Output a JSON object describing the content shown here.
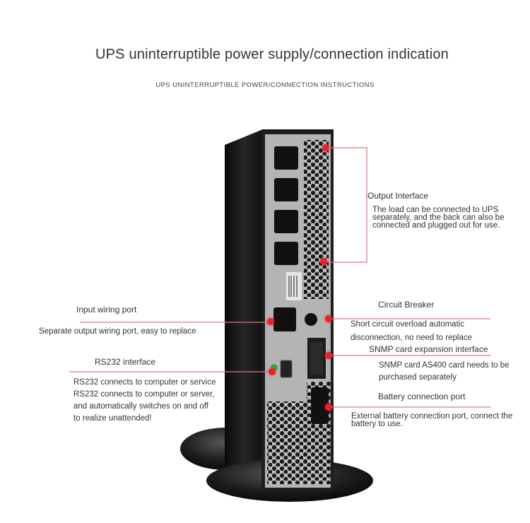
{
  "header": {
    "title": "UPS uninterruptible power supply/connection indication",
    "subtitle": "UPS UNINTERRUPTIBLE POWER/CONNECTION INSTRUCTIONS"
  },
  "callouts": {
    "output_interface": {
      "title": "Output Interface",
      "desc": "The load can be connected to UPS separately, and the back can also be connected and plugged out for use."
    },
    "input_wiring_port": {
      "title": "Input wiring port",
      "desc": "Separate output wiring port, easy to replace"
    },
    "circuit_breaker": {
      "title": "Circuit Breaker",
      "desc": "Short circuit overload automatic disconnection, no need to replace"
    },
    "snmp_card": {
      "title": "SNMP card expansion interface",
      "desc": "SNMP card AS400 card needs to be purchased separately"
    },
    "rs232_interface": {
      "title": "RS232 interface",
      "desc": "RS232 connects to computer or service RS232 connects to computer or server, and automatically switches on and off to realize unattended!"
    },
    "battery_port": {
      "title": "Battery connection port",
      "desc": "External battery connection port, connect the battery to use."
    }
  },
  "colors": {
    "accent_line": "#e5737a",
    "dot": "#e8232a",
    "panel": "#b9b9b9",
    "body": "#141414"
  }
}
